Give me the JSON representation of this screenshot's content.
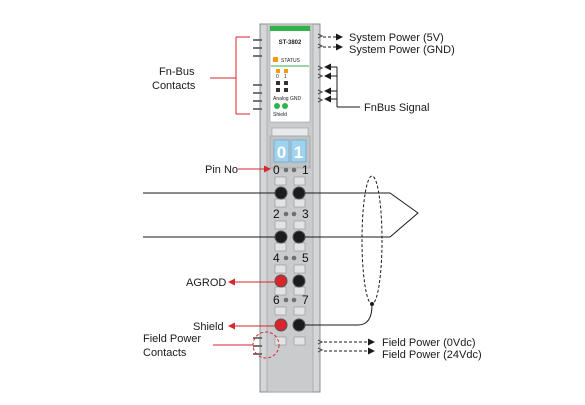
{
  "module": {
    "model": "ST-3802",
    "status": "STATUS",
    "ch_labels": [
      "0",
      "1"
    ],
    "analog_gnd": "Analog GND",
    "shield": "Shield",
    "digits": [
      "0",
      "1"
    ]
  },
  "pins": [
    "0",
    "1",
    "2",
    "3",
    "4",
    "5",
    "6",
    "7"
  ],
  "labels": {
    "system_power_5v": "System Power (5V)",
    "system_power_gnd": "System Power (GND)",
    "fn_bus_contacts_line1": "Fn-Bus",
    "fn_bus_contacts_line2": "Contacts",
    "fnbus_signal": "FnBus Signal",
    "pin_no": "Pin No",
    "agrod": "AGROD",
    "shield": "Shield",
    "field_power_contacts_line1": "Field Power",
    "field_power_contacts_line2": "Contacts",
    "field_power_0vdc": "Field Power (0Vdc)",
    "field_power_24vdc": "Field Power (24Vdc)"
  },
  "colors": {
    "accent_red": "#d9252b",
    "status_orange": "#f39c12",
    "led_green": "#2fb34a",
    "module_body": "#d4d6d7",
    "digit_blue": "#9fd2ef"
  }
}
